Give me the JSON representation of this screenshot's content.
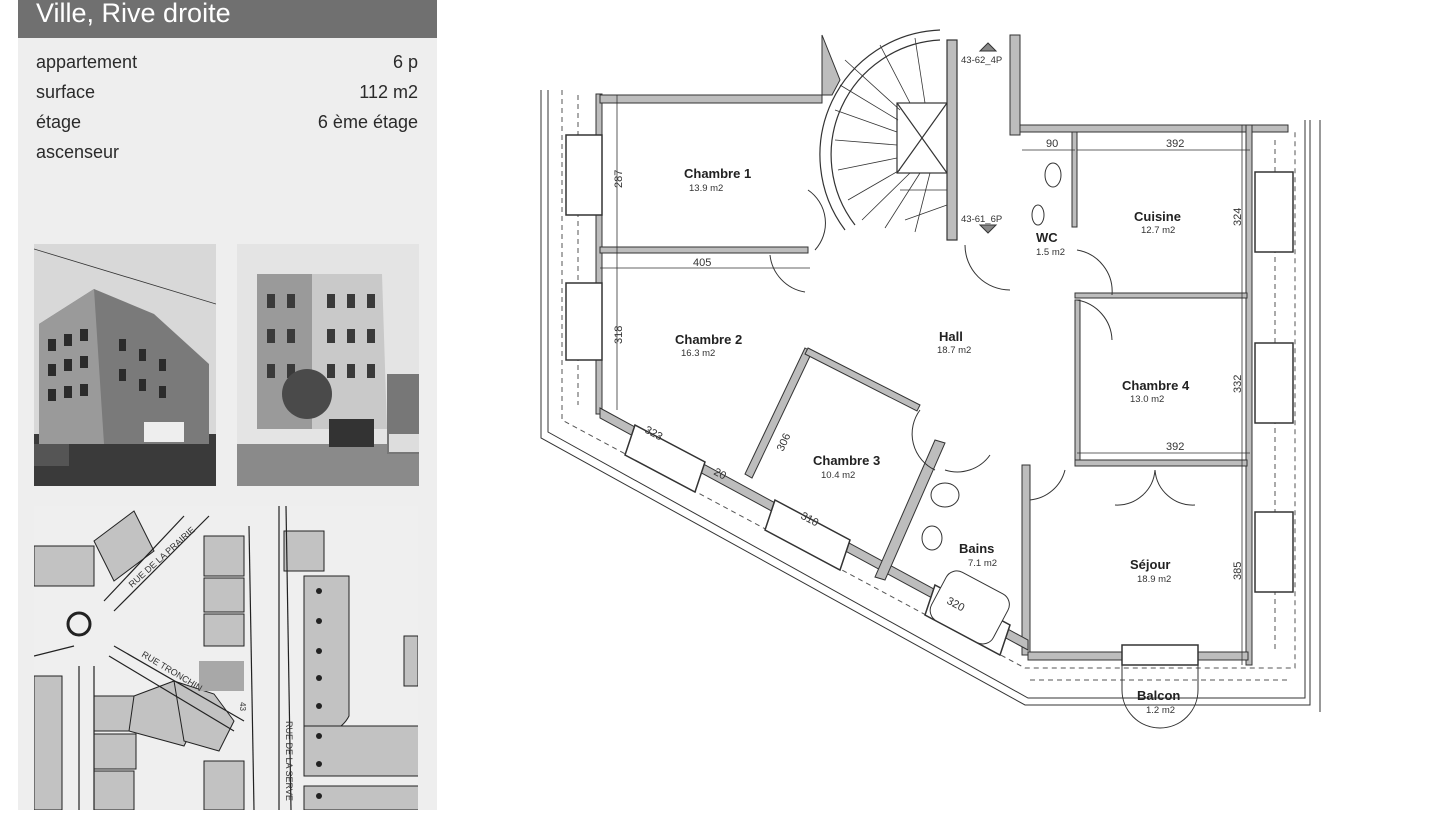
{
  "header": {
    "title": "Ville, Rive droite"
  },
  "details": [
    {
      "label": "appartement",
      "value": "6 p"
    },
    {
      "label": "surface",
      "value": "112 m2"
    },
    {
      "label": "étage",
      "value": "6 ème étage"
    },
    {
      "label": "ascenseur",
      "value": ""
    }
  ],
  "map": {
    "streets": [
      "RUE DE LA PRAIRIE",
      "RUE TRONCHIN",
      "RUE DE LA SERVE"
    ],
    "number": "43"
  },
  "plan": {
    "rooms": [
      {
        "name": "Chambre 1",
        "area": "13.9 m2"
      },
      {
        "name": "Chambre 2",
        "area": "16.3 m2"
      },
      {
        "name": "Chambre 3",
        "area": "10.4 m2"
      },
      {
        "name": "Hall",
        "area": "18.7 m2"
      },
      {
        "name": "WC",
        "area": "1.5 m2"
      },
      {
        "name": "Cuisine",
        "area": "12.7 m2"
      },
      {
        "name": "Chambre 4",
        "area": "13.0 m2"
      },
      {
        "name": "Bains",
        "area": "7.1 m2"
      },
      {
        "name": "Séjour",
        "area": "18.9 m2"
      },
      {
        "name": "Balcon",
        "area": "1.2 m2"
      }
    ],
    "stair_labels": [
      "43-62_4P",
      "43-61_6P"
    ],
    "dimensions": [
      "287",
      "405",
      "318",
      "90",
      "392",
      "324",
      "332",
      "392",
      "385",
      "323",
      "20",
      "306",
      "310",
      "320"
    ]
  }
}
